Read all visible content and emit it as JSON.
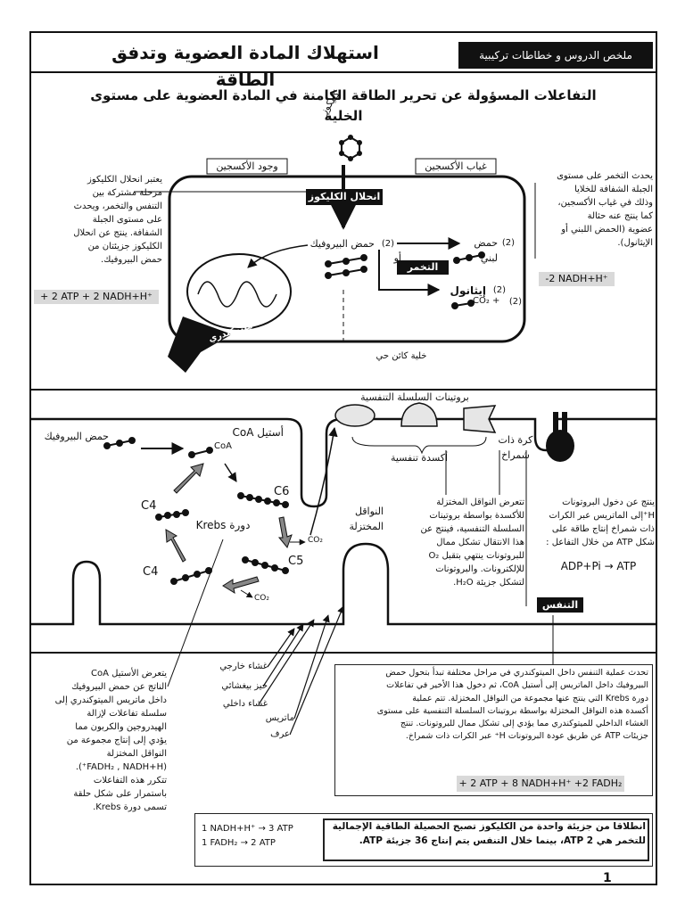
{
  "header": {
    "title": "استهلاك المادة العضوية وتدفق الطاقة",
    "tag": "ملخص الدروس و خطاطات تركيبية"
  },
  "section1": {
    "heading": "التفاعلات المسؤولة عن تحرير الطاقة الكامنة في المادة العضوية على مستوى الخلية",
    "glucose_label": "كليكوز",
    "oxygen_present": "وجود الأكسجين",
    "oxygen_absent": "غياب الأكسجين",
    "glycolysis_label": "انحلال الكليكوز",
    "pyruvic_acid": "حمض البيروفيك",
    "count_two": "(2)",
    "lactic_acid": "حمض لبني",
    "or_label": "أو",
    "fermentation_label": "التخمر",
    "ethanol": "إيثانول",
    "co2": "CO₂ +",
    "mitochondria_label": "ميتوكندري",
    "cell_label": "خلية كائن حي",
    "left_note": "يعتبر انحلال الكليكوز\nمرحلة مشتركة بين\nالتنفس والتخمر، ويحدث\nعلى مستوى الجبلة\nالشفافة. ينتج عن انحلال\nالكليكوز جزيئتان من\nحمض البيروفيك.",
    "left_yield": "+ 2 ATP + 2 NADH+H⁺",
    "right_note": "يحدث التخمر على مستوى\nالجبلة الشفافة للخلايا\nوذلك في غياب الأكسجين،\nكما ينتج عنه حثالة\nعضوية (الحمض اللبني أو\nالإيثانول).",
    "right_yield": "-2 NADH+H⁺"
  },
  "section2": {
    "respiratory_proteins": "بروتينات السلسلة التنفسية",
    "oxidation": "أكسدة تنفسية",
    "atp_synthase": "كرة ذات\nشمراخ",
    "pyruvic_acid": "حمض البيروفيك",
    "acetyl_coa": "أستيل CoA",
    "coa": "CoA",
    "c6": "C6",
    "c5": "C5",
    "c4a": "C4",
    "c4b": "C4",
    "co2": "CO₂",
    "krebs": "دورة Krebs",
    "reduced_carriers": "النواقل\nالمختزلة",
    "middle_note": "تتعرض النواقل المختزلة\nللأكسدة بواسطة بروتينات\nالسلسلة التنفسية، فينتج عن\nهذا الانتقال تشكل ممال\nللبروتونات ينتهي بتقبل O₂\nللإلكترونات. والبروتونات\nلتشكل جزيئة H₂O.",
    "right_note": "ينتج عن دخول البروتونات\nH⁺إلى الماتريس عبر الكرات\nذات شمراخ إنتاج طاقة على\nشكل ATP من خلال التفاعل :",
    "atp_reaction": "ADP+Pi → ATP",
    "respiration_label": "التنفس"
  },
  "section3": {
    "membrane_labels": [
      "غشاء خارجي",
      "حيز بيغشائي",
      "غشاء داخلي",
      "ماتريس",
      "عرف"
    ],
    "left_note": "يتعرض الأستيل CoA\nالناتج عن حمض البيروفيك\nداخل ماتريس الميتوكندري إلى\nسلسلة تفاعلات لإزالة\nالهيدروجين والكربون مما\nيؤدي إلى إنتاج مجموعة من\nالنواقل المختزلة\n(FADH₂ , NADH+H⁺).\nتتكرر هذه التفاعلات\nباستمرار على شكل حلقة\nتسمى دورة Krebs.",
    "main_note": "تحدث عملية التنفس داخل الميتوكندري في مراحل مختلفة تبدأ بتحول حمض\nالبيروفيك داخل الماتريس إلى أستيل CoA، ثم دخول هذا الأخير في تفاعلات\nدورة Krebs التي ينتج عنها مجموعة من النواقل المختزلة. تتم عملية\nأكسدة هذه النواقل المختزلة بواسطة بروتينات السلسلة التنفسية على مستوى\nالغشاء الداخلي للميتوكندري مما يؤدي إلى تشكل ممال للبروتونات. تنتج\nجزيئات ATP عن طريق عودة البروتونات H⁺ عبر الكرات ذات شمراخ.",
    "main_yield": "+ 2 ATP + 8 NADH+H⁺ +2 FADH₂",
    "conversion_1": "1 NADH+H⁺   →  3 ATP",
    "conversion_2": "1 FADH₂        →  2 ATP",
    "summary": "انطلاقا من جزيئة واحدة من الكليكوز تصبح الحصيلة الطاقية الإجمالية\nللتخمر هي ATP 2، بينما خلال التنفس يتم إنتاج 36 جزيئة ATP."
  },
  "page_number": "1"
}
